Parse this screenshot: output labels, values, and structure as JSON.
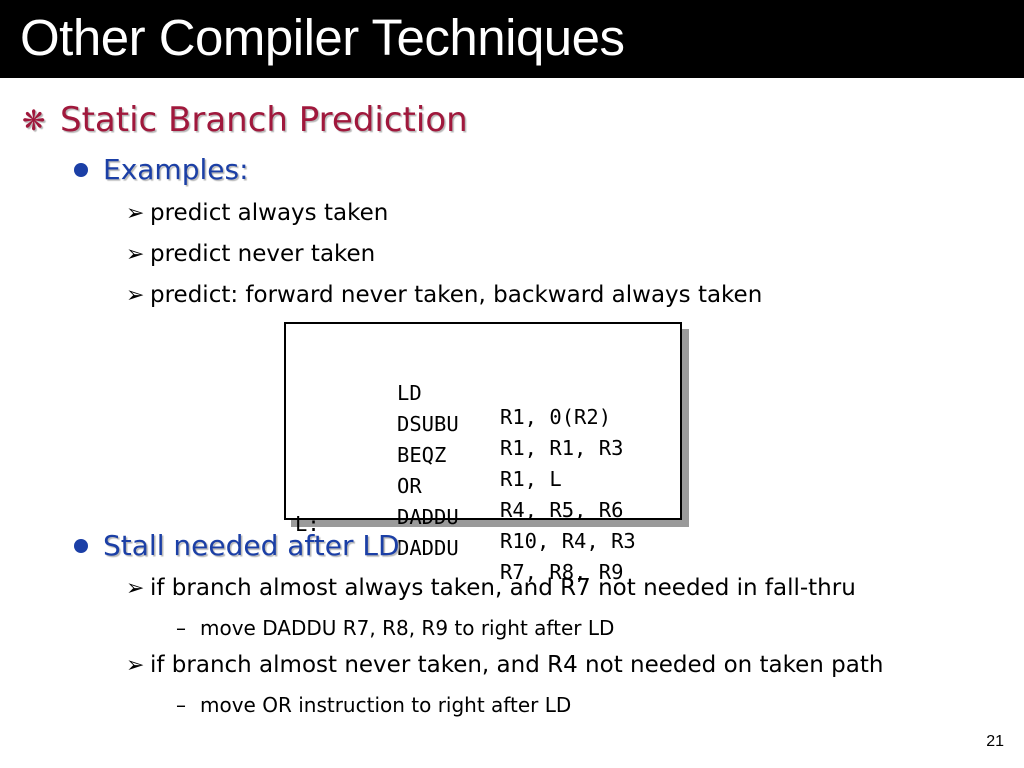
{
  "slide": {
    "title": "Other Compiler Techniques",
    "page_number": "21"
  },
  "content": {
    "heading": {
      "bullet_icon": "asterisk-icon",
      "text": "Static Branch Prediction"
    },
    "examples": {
      "text": "Examples:",
      "items": [
        "predict always taken",
        "predict never taken",
        "predict:  forward never taken, backward always taken"
      ]
    },
    "code": [
      {
        "label": "",
        "op": "LD",
        "args": "R1, 0(R2)"
      },
      {
        "label": "",
        "op": "DSUBU",
        "args": "R1, R1, R3"
      },
      {
        "label": "",
        "op": "BEQZ",
        "args": "R1, L"
      },
      {
        "label": "",
        "op": "OR",
        "args": "R4, R5, R6"
      },
      {
        "label": "",
        "op": "DADDU",
        "args": "R10, R4, R3"
      },
      {
        "label": "L:",
        "op": "DADDU",
        "args": "R7, R8, R9"
      }
    ],
    "stall": {
      "text": "Stall needed after LD",
      "items": [
        {
          "text": "if branch almost always taken, and R7 not needed in fall-thru",
          "sub": "move DADDU R7, R8, R9 to right after LD"
        },
        {
          "text": "if branch almost never taken, and R4 not needed on taken path",
          "sub": "move OR instruction to right after LD"
        }
      ]
    }
  },
  "colors": {
    "title_bg": "#000000",
    "title_text": "#ffffff",
    "level1": "#a0183c",
    "level2": "#1b3fa6",
    "body": "#000000"
  }
}
